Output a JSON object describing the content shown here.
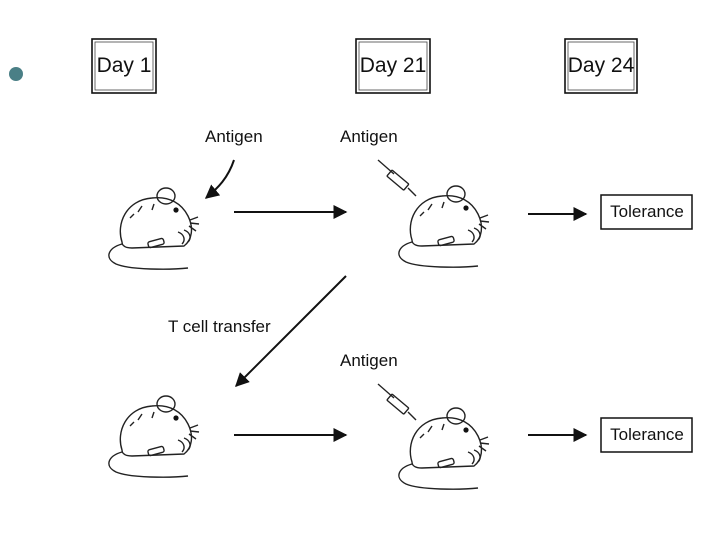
{
  "bullet_color": "#4a7f86",
  "days": [
    "Day 1",
    "Day 21",
    "Day 24"
  ],
  "rows": [
    {
      "antigen_day1": "Antigen",
      "antigen_day21": "Antigen",
      "outcome": "Tolerance"
    },
    {
      "transfer_label": "T cell transfer",
      "antigen_day21": "Antigen",
      "outcome": "Tolerance"
    }
  ],
  "icons": {
    "mouse": "mouse-icon",
    "syringe": "syringe-icon",
    "arrow": "arrow-icon"
  }
}
